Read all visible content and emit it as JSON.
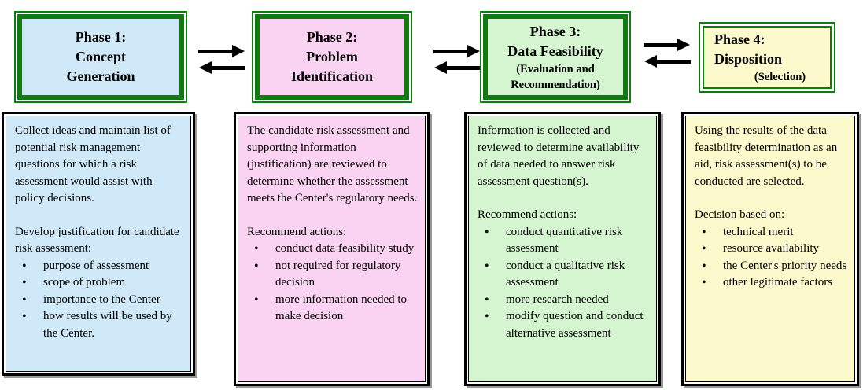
{
  "diagram": {
    "type": "flowchart",
    "direction": "left-to-right",
    "connector": "double-headed-exchange-arrows"
  },
  "colors": {
    "header_border_green": "#107c10",
    "body_border_black": "#000000",
    "body_shadow_gray": "#999999",
    "phase1_fill_blue": "#cfe9f8",
    "phase2_fill_pink": "#fad3f2",
    "phase3_fill_green": "#d4f5d0",
    "phase4_fill_yellow": "#fcf9cd",
    "arrow_black": "#000000"
  },
  "phases": [
    {
      "fill": "#cfe9f8",
      "title_lines": [
        "Phase 1:",
        "Concept",
        "Generation"
      ],
      "subtitle_lines": [],
      "body": {
        "intro": "Collect ideas and maintain list of potential risk management questions for which a risk assessment would assist with policy decisions.",
        "list_label": "Develop justification for candidate risk assessment:",
        "bullets": [
          "purpose of assessment",
          "scope of problem",
          "importance to the Center",
          "how results will be used by the Center."
        ]
      }
    },
    {
      "fill": "#fad3f2",
      "title_lines": [
        "Phase 2:",
        "Problem",
        "Identification"
      ],
      "subtitle_lines": [],
      "body": {
        "intro": "The candidate risk assessment and supporting information (justification) are reviewed to determine whether the assessment meets the Center's regulatory needs.",
        "list_label": "Recommend actions:",
        "bullets": [
          "conduct data feasibility study",
          "not required for regulatory decision",
          "more information needed to make decision"
        ]
      }
    },
    {
      "fill": "#d4f5d0",
      "title_lines": [
        "Phase 3:",
        "Data Feasibility"
      ],
      "subtitle_lines": [
        "(Evaluation and",
        "Recommendation)"
      ],
      "body": {
        "intro": "Information is collected and reviewed to determine availability of data needed to answer risk assessment question(s).",
        "list_label": "Recommend actions:",
        "bullets": [
          "conduct quantitative risk assessment",
          "conduct a qualitative risk assessment",
          "more research needed",
          "modify question and conduct alternative assessment"
        ]
      }
    },
    {
      "fill": "#fcf9cd",
      "title_lines": [
        "Phase 4:",
        "Disposition"
      ],
      "subtitle_lines": [
        "(Selection)"
      ],
      "body": {
        "intro": "Using the results of the data feasibility determination as an aid, risk assessment(s) to be conducted are selected.",
        "list_label": "Decision based on:",
        "bullets": [
          "technical merit",
          "resource availability",
          "the Center's priority needs",
          "other legitimate factors"
        ]
      }
    }
  ]
}
